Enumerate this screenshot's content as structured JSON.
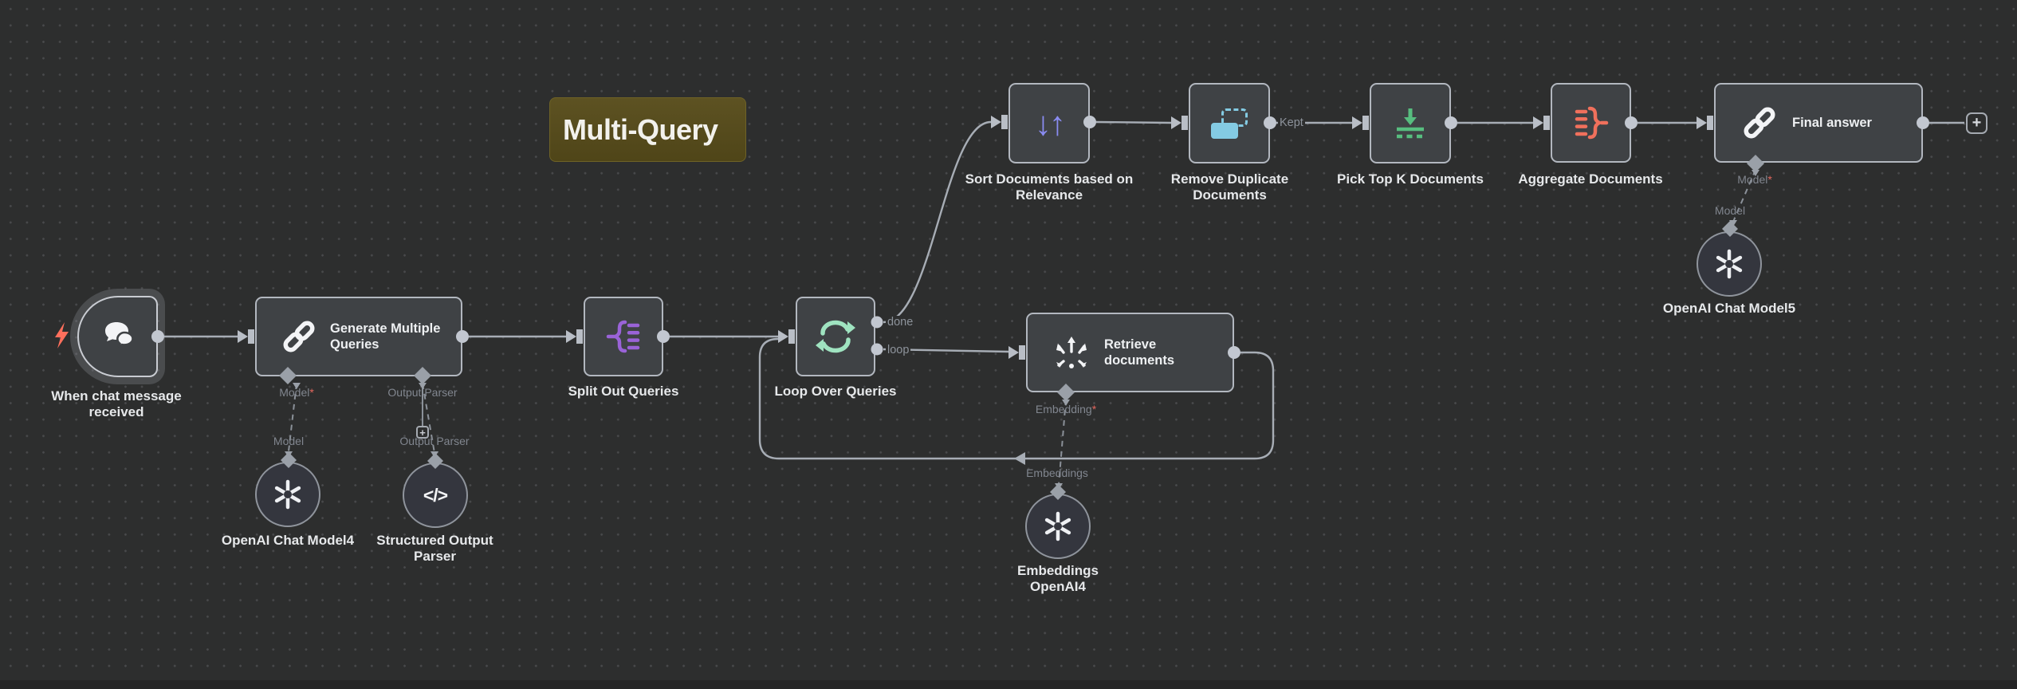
{
  "canvas": {
    "background": "#2d2e2e",
    "grid_dot_color": "#48494b"
  },
  "sticky_note": {
    "text": "Multi-Query",
    "bg": "#564b1d",
    "border": "#6e6226"
  },
  "nodes": {
    "chat_trigger": {
      "label": "When chat message received"
    },
    "generate_queries": {
      "title": "Generate Multiple Queries"
    },
    "split_out": {
      "label": "Split Out Queries"
    },
    "loop": {
      "label": "Loop Over Queries",
      "output_done": "done",
      "output_loop": "loop"
    },
    "sort": {
      "label": "Sort Documents based on Relevance"
    },
    "remove_duplicates": {
      "label": "Remove Duplicate Documents",
      "output_label": "Kept"
    },
    "pick_top_k": {
      "label": "Pick Top K Documents"
    },
    "aggregate": {
      "label": "Aggregate Documents"
    },
    "final_answer": {
      "title": "Final answer"
    },
    "retrieve": {
      "title": "Retrieve documents"
    },
    "openai_chat_model4": {
      "label": "OpenAI Chat Model4"
    },
    "structured_output_parser": {
      "label": "Structured Output Parser"
    },
    "openai_chat_model5": {
      "label": "OpenAI Chat Model5"
    },
    "embeddings_openai4": {
      "label": "Embeddings OpenAI4"
    }
  },
  "port_labels": {
    "gen_model": {
      "text": "Model",
      "required": "*"
    },
    "gen_output_parser": {
      "text": "Output Parser"
    },
    "gen_model_sub": {
      "text": "Model"
    },
    "gen_output_parser_sub": {
      "text": "Output Parser"
    },
    "final_model": {
      "text": "Model",
      "required": "*"
    },
    "final_model_sub": {
      "text": "Model"
    },
    "retrieve_embedding": {
      "text": "Embedding",
      "required": "*"
    },
    "retrieve_embeddings_sub": {
      "text": "Embeddings"
    }
  },
  "icons": {
    "sort_glyph": "↓↑",
    "code_glyph": "</>",
    "plus_glyph": "+",
    "mini_plus_glyph": "+"
  },
  "colors": {
    "node_fill": "#3f4245",
    "node_border": "#b2b7bf",
    "subnode_fill": "#34363e",
    "edge": "#a7adb5",
    "trigger_bolt": "#ff6f5c",
    "split_icon": "#9a63d8",
    "loop_icon": "#9fe3c0",
    "sort_icon": "#8a8cf2",
    "dedupe_icon": "#84cbe3",
    "topk_icon": "#57bd7f",
    "aggregate_icon": "#f0705c",
    "required_asterisk": "#e3675e",
    "port_label": "#81868f",
    "node_label": "#e6e8ea"
  }
}
